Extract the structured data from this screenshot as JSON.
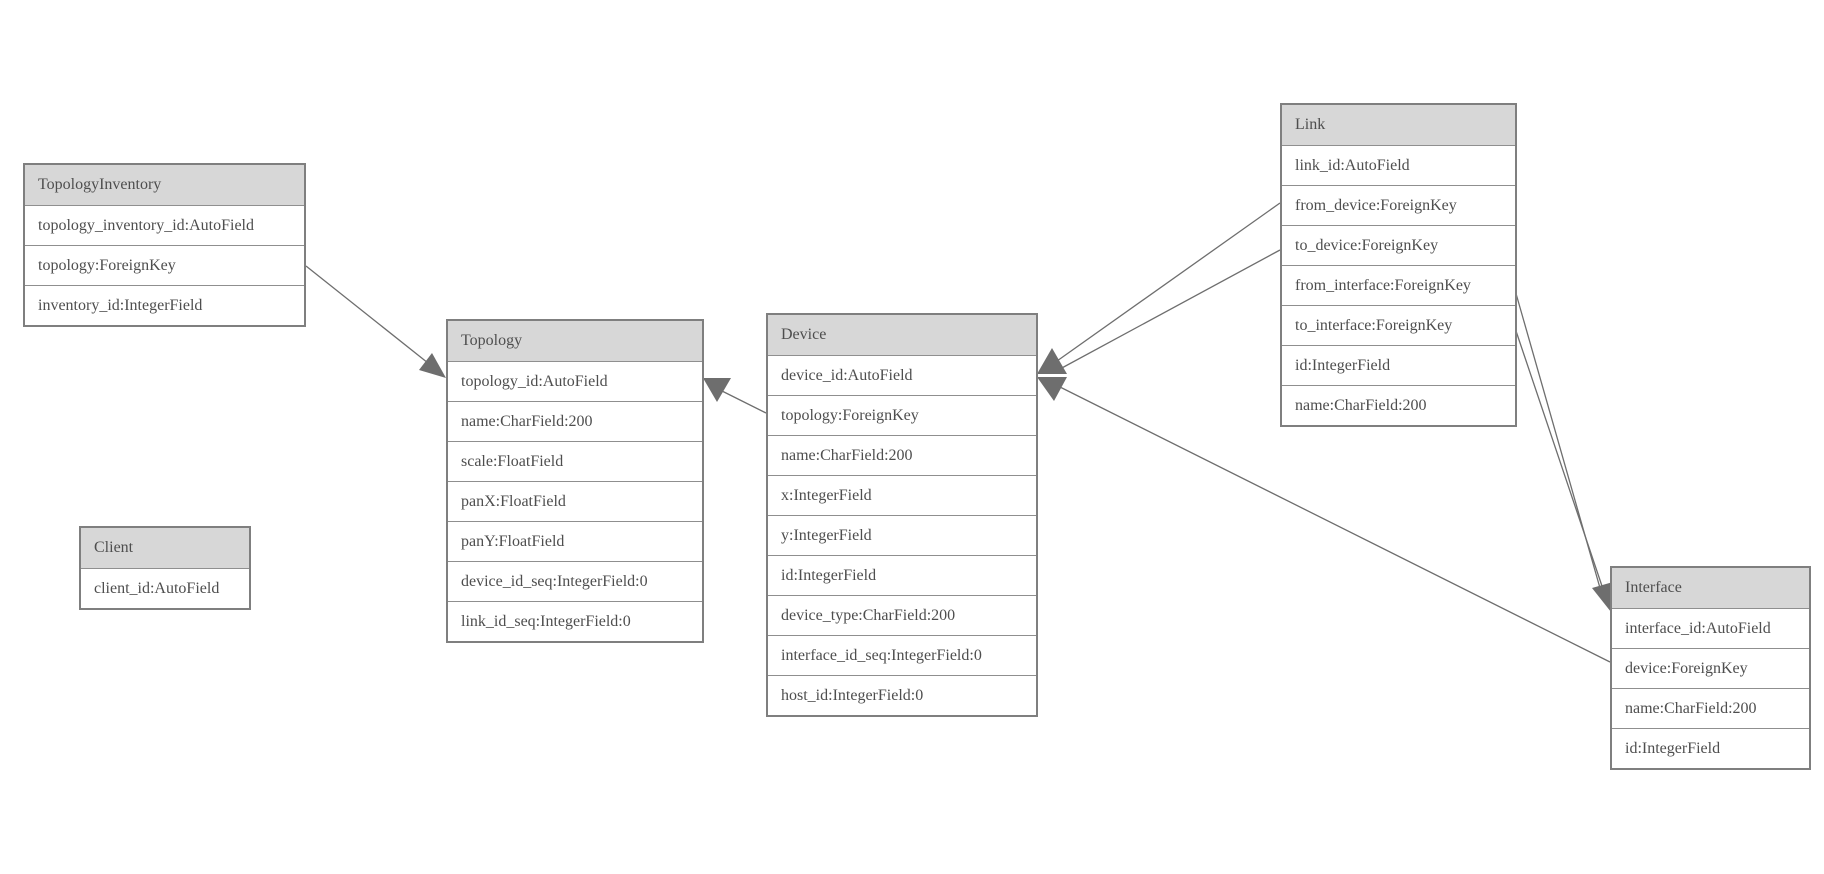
{
  "diagram_type": "entity-relationship",
  "entities": [
    {
      "name": "TopologyInventory",
      "fields": [
        "topology_inventory_id:AutoField",
        "topology:ForeignKey",
        "inventory_id:IntegerField"
      ]
    },
    {
      "name": "Topology",
      "fields": [
        "topology_id:AutoField",
        "name:CharField:200",
        "scale:FloatField",
        "panX:FloatField",
        "panY:FloatField",
        "device_id_seq:IntegerField:0",
        "link_id_seq:IntegerField:0"
      ]
    },
    {
      "name": "Client",
      "fields": [
        "client_id:AutoField"
      ]
    },
    {
      "name": "Device",
      "fields": [
        "device_id:AutoField",
        "topology:ForeignKey",
        "name:CharField:200",
        "x:IntegerField",
        "y:IntegerField",
        "id:IntegerField",
        "device_type:CharField:200",
        "interface_id_seq:IntegerField:0",
        "host_id:IntegerField:0"
      ]
    },
    {
      "name": "Link",
      "fields": [
        "link_id:AutoField",
        "from_device:ForeignKey",
        "to_device:ForeignKey",
        "from_interface:ForeignKey",
        "to_interface:ForeignKey",
        "id:IntegerField",
        "name:CharField:200"
      ]
    },
    {
      "name": "Interface",
      "fields": [
        "interface_id:AutoField",
        "device:ForeignKey",
        "name:CharField:200",
        "id:IntegerField"
      ]
    }
  ],
  "relationships": [
    {
      "from": "TopologyInventory.topology",
      "to": "Topology",
      "type": "ForeignKey"
    },
    {
      "from": "Device.topology",
      "to": "Topology",
      "type": "ForeignKey"
    },
    {
      "from": "Link.from_device",
      "to": "Device",
      "type": "ForeignKey"
    },
    {
      "from": "Link.to_device",
      "to": "Device",
      "type": "ForeignKey"
    },
    {
      "from": "Link.from_interface",
      "to": "Interface",
      "type": "ForeignKey"
    },
    {
      "from": "Link.to_interface",
      "to": "Interface",
      "type": "ForeignKey"
    },
    {
      "from": "Interface.device",
      "to": "Device",
      "type": "ForeignKey"
    }
  ],
  "colors": {
    "header_fill": "#d7d7d7",
    "box_border": "#7f7f7f",
    "row_separator": "#8f8f8f",
    "text": "#4e4e4e",
    "connector": "#6e6e6e",
    "background": "#ffffff"
  }
}
